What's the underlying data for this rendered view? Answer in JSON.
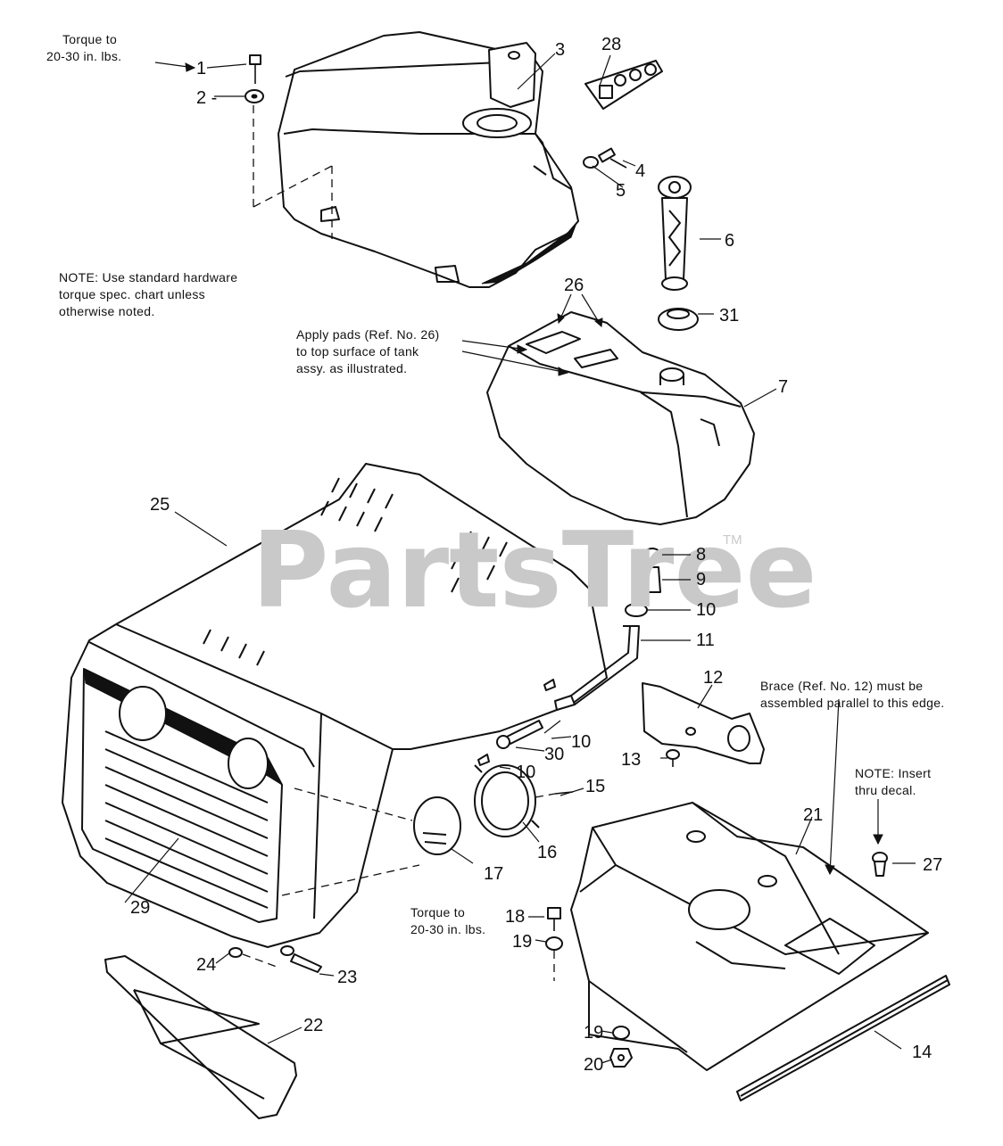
{
  "watermark": {
    "text": "PartsTree",
    "trademark": "TM"
  },
  "notes": {
    "torque_top": [
      "Torque to",
      "20-30 in. lbs."
    ],
    "hardware": [
      "NOTE: Use standard hardware",
      "torque spec. chart unless",
      "otherwise noted."
    ],
    "pads": [
      "Apply pads (Ref. No. 26)",
      "to top surface of tank",
      "assy. as illustrated."
    ],
    "brace": [
      "Brace (Ref. No. 12) must be",
      "assembled parallel to this edge."
    ],
    "insert": [
      "NOTE: Insert",
      "thru decal."
    ],
    "torque_bottom": [
      "Torque to",
      "20-30  in.  lbs."
    ]
  },
  "callouts": {
    "c1": "1",
    "c2": "2 -",
    "c3": "3",
    "c28": "28",
    "c4": "4",
    "c5": "5",
    "c6": "6",
    "c26": "26",
    "c31": "31",
    "c7": "7",
    "c25": "25",
    "c8": "8",
    "c9": "9",
    "c10a": "10",
    "c11": "11",
    "c12": "12",
    "c10b": "10",
    "c30": "30",
    "c10c": "10",
    "c13": "13",
    "c15": "15",
    "c16": "16",
    "c17": "17",
    "c21": "21",
    "c27": "27",
    "c29": "29",
    "c18": "18",
    "c19a": "19",
    "c24": "24",
    "c23": "23",
    "c22": "22",
    "c19b": "19",
    "c20": "20",
    "c14": "14"
  }
}
